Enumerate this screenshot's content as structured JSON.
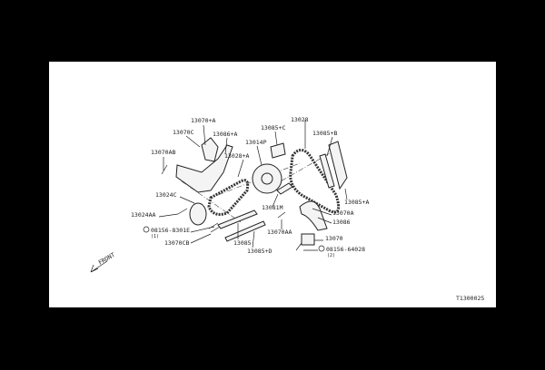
{
  "diagram_id": "T1300025",
  "front_label": "FRONT",
  "labels": {
    "p13070_a": "13070+A",
    "p13070c": "13070C",
    "p13086_a": "13086+A",
    "p13070ab": "13070AB",
    "p13028_a": "13028+A",
    "p13014p": "13014P",
    "p13085_c": "13085+C",
    "p13028": "13028",
    "p13085_b": "13085+B",
    "p13085_a": "13085+A",
    "p13024c": "13024C",
    "p13024aa": "13024AA",
    "p08156_8301e": "08156-8301E",
    "p08156_8301e_qty": "(1)",
    "p13070cb": "13070CB",
    "p13085": "13085",
    "p13085_d": "13085+D",
    "p13081m": "13081M",
    "p13070a": "13070A",
    "p13086": "13086",
    "p13070aa": "13070AA",
    "p13070": "13070",
    "p08156_64028": "08156-64028",
    "p08156_64028_qty": "(2)"
  }
}
